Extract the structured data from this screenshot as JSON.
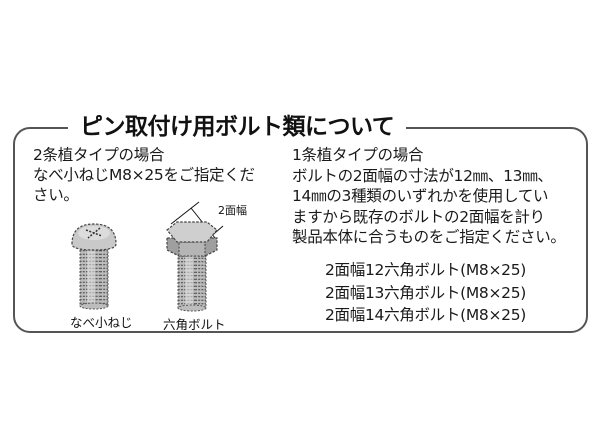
{
  "section": {
    "title": "ピン取付け用ボルト類について"
  },
  "two_pin": {
    "heading": "2条植タイプの場合",
    "lines": [
      "なべ小ねじM8×25をご指定くだ",
      "さい。"
    ]
  },
  "one_pin": {
    "heading": "1条植タイプの場合",
    "lines": [
      "ボルトの2面幅の寸法が12㎜、13㎜、",
      "14㎜の3種類のいずれかを使用してい",
      "ますから既存のボルトの2面幅を計り",
      "製品本体に合うものをご指定ください。"
    ],
    "bolt_options": [
      "2面幅12六角ボルト(M8×25)",
      "2面幅13六角ボルト(M8×25)",
      "2面幅14六角ボルト(M8×25)"
    ]
  },
  "figures": {
    "pan_screw_label": "なべ小ねじ",
    "hex_bolt_label": "六角ボルト",
    "width_across_flats_label": "2面幅"
  },
  "colors": {
    "frame": "#555555",
    "text": "#1a1a1a",
    "bolt_fill": "#c8c8c8",
    "bolt_shade": "#9a9a9a"
  }
}
